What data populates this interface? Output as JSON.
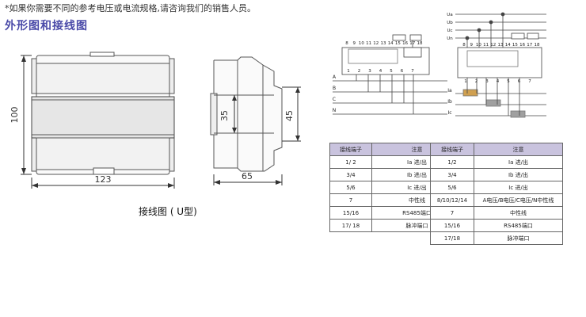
{
  "notice": "*如果你需要不同的参考电压或电流规格,请咨询我们的销售人员。",
  "section_title": "外形图和接线图",
  "dimensions": {
    "front_height": "100",
    "front_width": "123",
    "side_inner": "35",
    "side_outer": "45",
    "side_depth": "65"
  },
  "caption": "接线图 ( U型)",
  "wiring_left": {
    "top_terminals": [
      "8",
      "9",
      "10",
      "11",
      "12",
      "13",
      "14",
      "15",
      "16",
      "17",
      "18"
    ],
    "bottom_terminals": [
      "1",
      "2",
      "3",
      "4",
      "5",
      "6",
      "7"
    ],
    "phase_labels": [
      "A",
      "B",
      "C",
      "N"
    ]
  },
  "wiring_right": {
    "voltage_labels": [
      "Ua",
      "Ub",
      "Uc",
      "Un"
    ],
    "top_terminals": [
      "8",
      "9",
      "10",
      "11",
      "12",
      "13",
      "14",
      "15",
      "16",
      "17",
      "18"
    ],
    "bottom_terminals": [
      "1",
      "2",
      "3",
      "4",
      "5",
      "6",
      "7"
    ],
    "current_labels": [
      "Ia",
      "Ib",
      "Ic"
    ]
  },
  "table1": {
    "headers": [
      "接线端子",
      "注意"
    ],
    "rows": [
      [
        "1/ 2",
        "Ia 进/出"
      ],
      [
        "3/4",
        "Ib 进/出"
      ],
      [
        "5/6",
        "Ic 进/出"
      ],
      [
        "7",
        "中性线"
      ],
      [
        "15/16",
        "RS485端口"
      ],
      [
        "17/ 18",
        "脉冲端口"
      ]
    ]
  },
  "table2": {
    "headers": [
      "接线端子",
      "注意"
    ],
    "rows": [
      [
        "1/2",
        "Ia 进/出"
      ],
      [
        "3/4",
        "Ib 进/出"
      ],
      [
        "5/6",
        "Ic 进/出"
      ],
      [
        "8/10/12/14",
        "A电压/B电压/C电压/N中性线"
      ],
      [
        "7",
        "中性线"
      ],
      [
        "15/16",
        "RS485端口"
      ],
      [
        "17/18",
        "脉冲端口"
      ]
    ]
  }
}
